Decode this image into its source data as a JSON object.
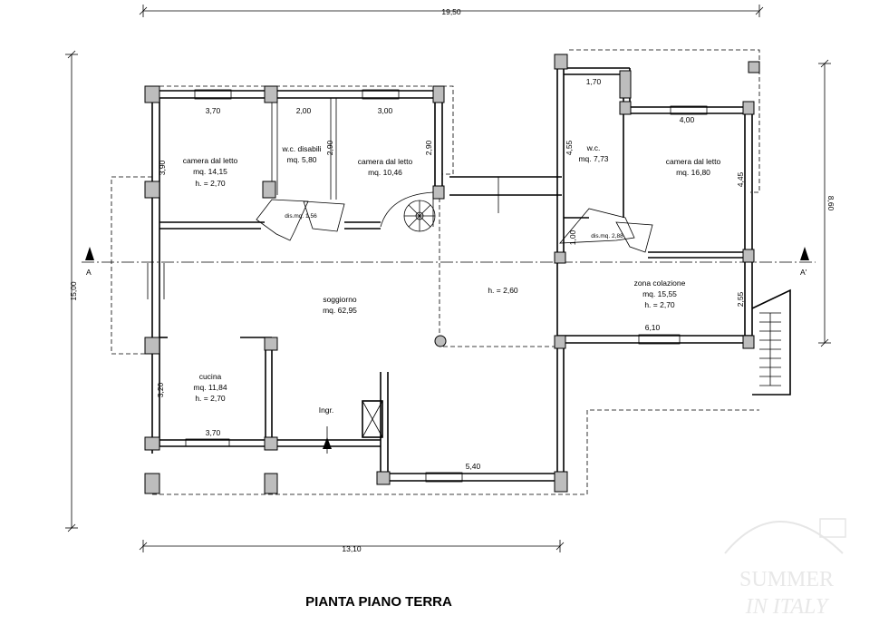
{
  "title": "PIANTA PIANO TERRA",
  "watermark": {
    "line1": "SUMMER",
    "line2": "IN ITALY"
  },
  "dimensions": {
    "top_total": "19,50",
    "left_total": "15,00",
    "right_total": "8,60",
    "bottom_total": "13,10",
    "w_camera1": "3,70",
    "w_wc_disabili": "2,00",
    "w_camera2": "3,00",
    "h_camera1": "3,90",
    "h_wc_disabili": "2,90",
    "h_camera2": "2,90",
    "w_wc_right": "1,70",
    "h_wc_right": "4,55",
    "w_camera3": "4,00",
    "h_camera3": "4,45",
    "h_dis_right": "1,00",
    "h_colazione": "2,55",
    "w_colazione": "6,10",
    "w_cucina": "3,70",
    "h_cucina": "3,20",
    "w_bottom_ext": "5,40"
  },
  "rooms": {
    "camera1": {
      "name": "camera dal letto",
      "area": "mq. 14,15",
      "height": "h. = 2,70"
    },
    "wc_disabili": {
      "name": "w.c. disabili",
      "area": "mq. 5,80"
    },
    "camera2": {
      "name": "camera dal letto",
      "area": "mq. 10,46"
    },
    "wc_right": {
      "name": "w.c.",
      "area": "mq. 7,73"
    },
    "camera3": {
      "name": "camera dal letto",
      "area": "mq. 16,80"
    },
    "soggiorno": {
      "name": "soggiorno",
      "area": "mq. 62,95"
    },
    "hall": {
      "height": "h. = 2,60"
    },
    "colazione": {
      "name": "zona colazione",
      "area": "mq. 15,55",
      "height": "h. = 2,70"
    },
    "cucina": {
      "name": "cucina",
      "area": "mq. 11,84",
      "height": "h. = 2,70"
    },
    "dis_left": {
      "name": "dis.mq. 1,56"
    },
    "dis_right": {
      "name": "dis.mq. 2,88"
    }
  },
  "entrance": "Ingr.",
  "section_marker": "A",
  "section_marker_prime": "A'"
}
